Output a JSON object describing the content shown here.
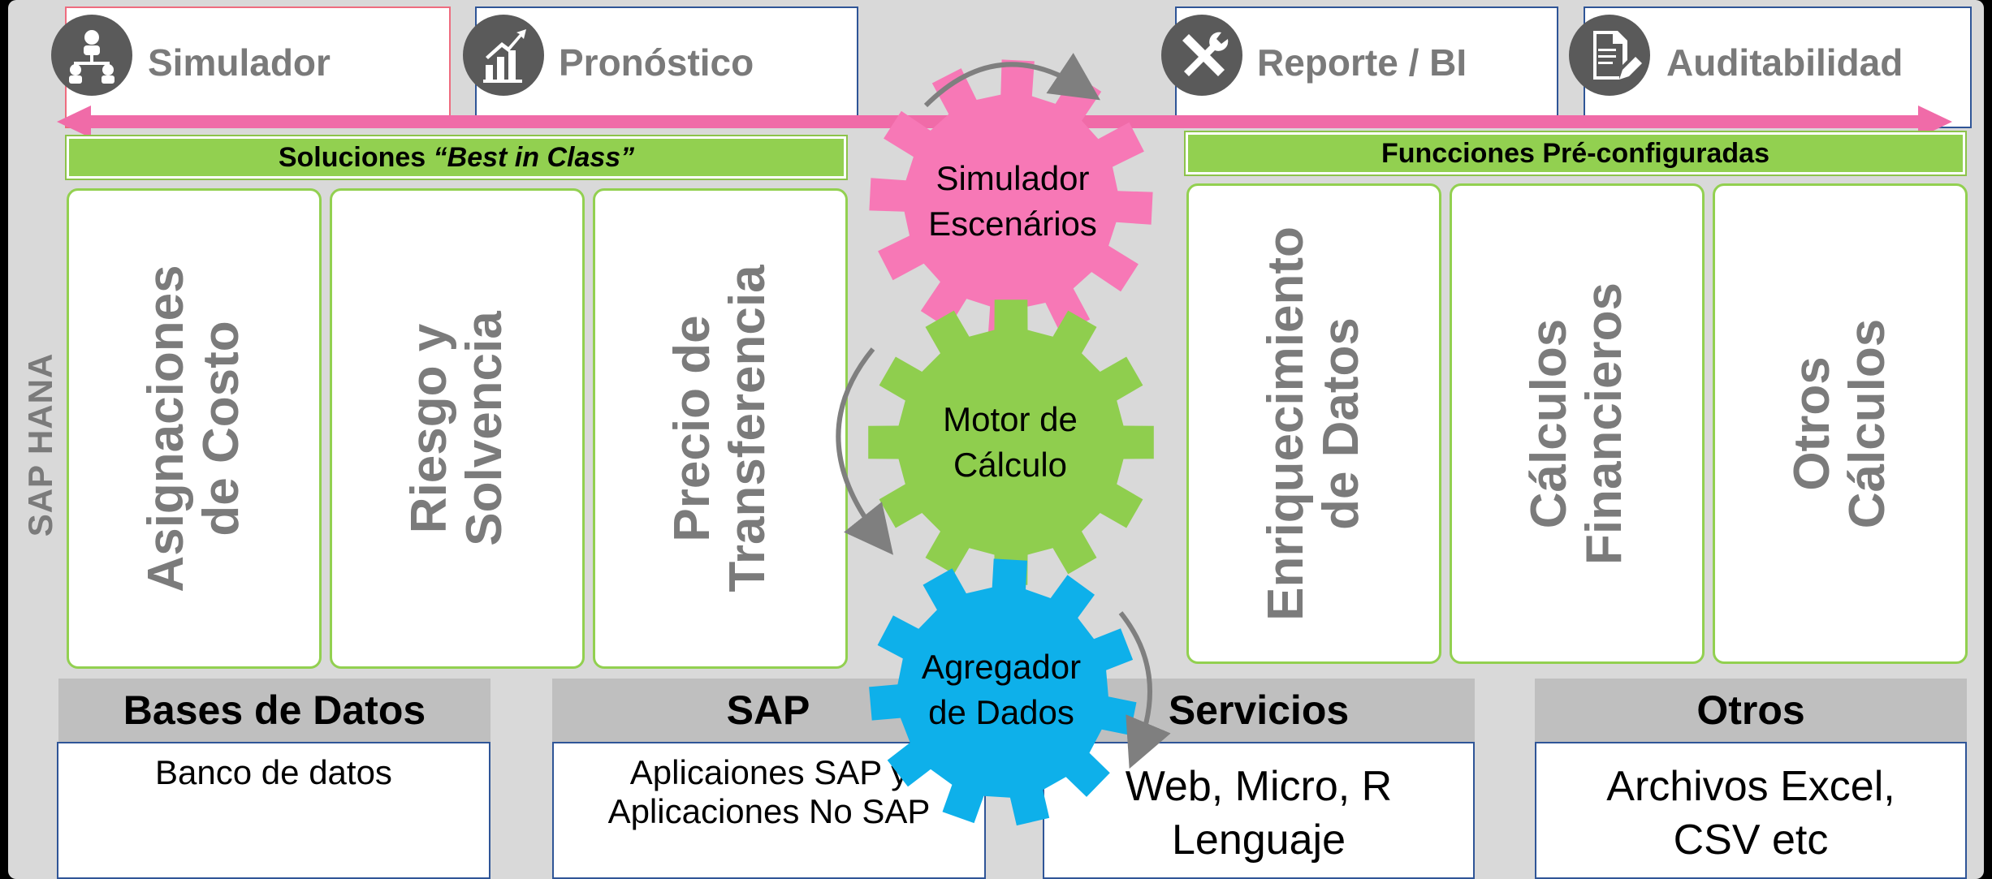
{
  "top_tabs": [
    {
      "label": "Simulador"
    },
    {
      "label": "Pronóstico"
    },
    {
      "label": "Reporte / BI"
    },
    {
      "label": "Auditabilidad"
    }
  ],
  "left_header": {
    "prefix": "Soluciones ",
    "emphasis": "“Best in Class”"
  },
  "right_header": "Funcciones Pré-configuradas",
  "side_label": "SAP HANA",
  "left_cards": [
    {
      "line1": "Asignaciones",
      "line2": "de Costo"
    },
    {
      "line1": "Riesgo y",
      "line2": "Solvencia"
    },
    {
      "line1": "Precio de",
      "line2": "Transferencia"
    }
  ],
  "right_cards": [
    {
      "line1": "Enriquecimiento",
      "line2": "de Datos"
    },
    {
      "line1": "Cálculos",
      "line2": "Financieros"
    },
    {
      "line1": "Otros",
      "line2": "Cálculos"
    }
  ],
  "gears": [
    {
      "line1": "Simulador",
      "line2": "Escenários",
      "color": "#f778b6"
    },
    {
      "line1": "Motor de",
      "line2": "Cálculo",
      "color": "#8fce4e"
    },
    {
      "line1": "Agregador",
      "line2": "de Dados",
      "color": "#0eb0ea"
    }
  ],
  "sources": [
    {
      "title": "Bases de Datos",
      "body": "Banco de datos"
    },
    {
      "title": "SAP",
      "body": "Aplicaiones SAP y\nAplicaciones No SAP"
    },
    {
      "title": "Servicios",
      "body": "Web, Micro, R\nLenguaje"
    },
    {
      "title": "Otros",
      "body": "Archivos Excel,\nCSV etc"
    }
  ],
  "colors": {
    "pink_arrow": "#f06ba8",
    "green_accent": "#92d050",
    "frame_blue": "#2f5597",
    "panel_gray": "#d9d9d9"
  }
}
